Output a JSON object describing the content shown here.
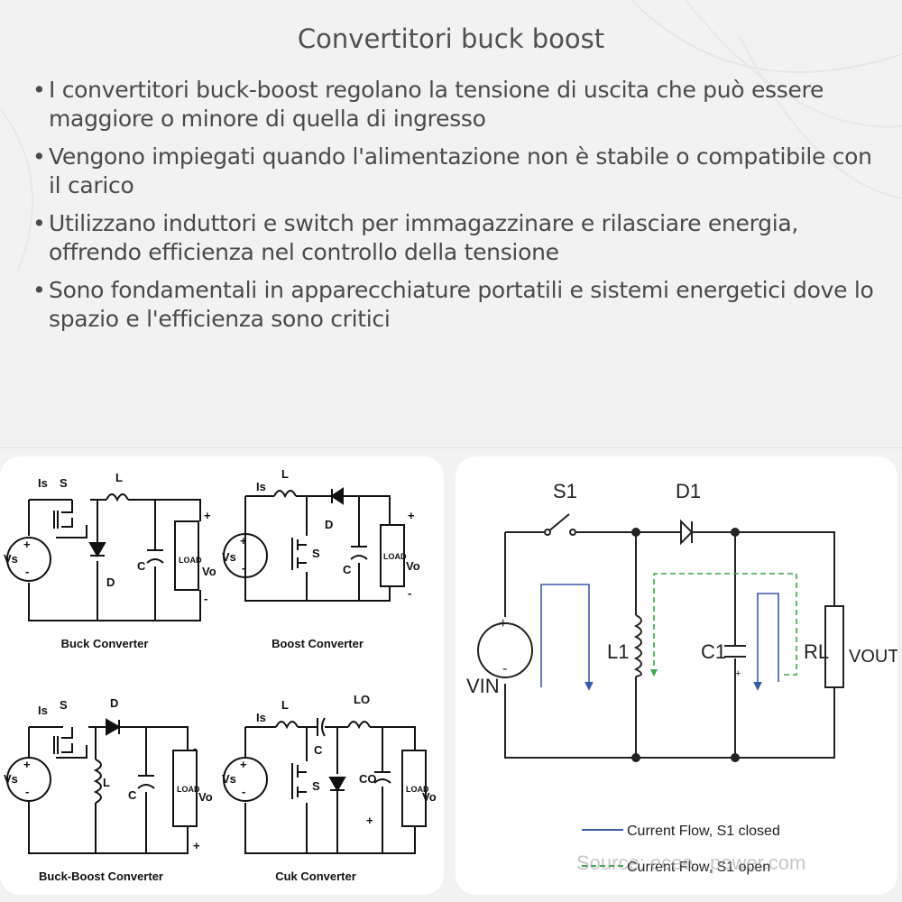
{
  "title": "Convertitori buck boost",
  "bullets": [
    {
      "marker": "•",
      "text": "I convertitori buck-boost regolano la tensione di uscita che può essere maggiore o minore di quella di ingresso"
    },
    {
      "marker": "•",
      "text": "Vengono impiegati quando l'alimentazione non è stabile o compatibile con il carico"
    },
    {
      "marker": "•",
      "text": "Utilizzano induttori e switch per immagazzinare e rilasciare energia, offrendo efficienza nel controllo della tensione"
    },
    {
      "marker": "•",
      "text": "Sono fondamentali in apparecchiature portatili e sistemi energetici dove lo spazio e l'efficienza sono critici"
    }
  ],
  "left_figure": {
    "captions": [
      "Buck Converter",
      "Boost Converter",
      "Buck-Boost Converter",
      "Cuk Converter"
    ],
    "labels": {
      "is": "Is",
      "s": "S",
      "l": "L",
      "c": "C",
      "d": "D",
      "load": "LOAD",
      "vs": "Vs",
      "vo": "Vo",
      "lo": "LO",
      "co": "CO",
      "plus": "+",
      "minus": "-"
    }
  },
  "right_figure": {
    "labels": {
      "s1": "S1",
      "d1": "D1",
      "l1": "L1",
      "c1": "C1",
      "rl": "RL",
      "vout": "VOUT",
      "vin": "VIN",
      "plus": "+",
      "minus": "-"
    },
    "legend": [
      "Current Flow, S1 closed",
      "Current Flow, S1 open"
    ],
    "source": "Source: ecee...power.com",
    "colors": {
      "closed": "#3a5aa8",
      "open": "#3aa84a"
    }
  }
}
